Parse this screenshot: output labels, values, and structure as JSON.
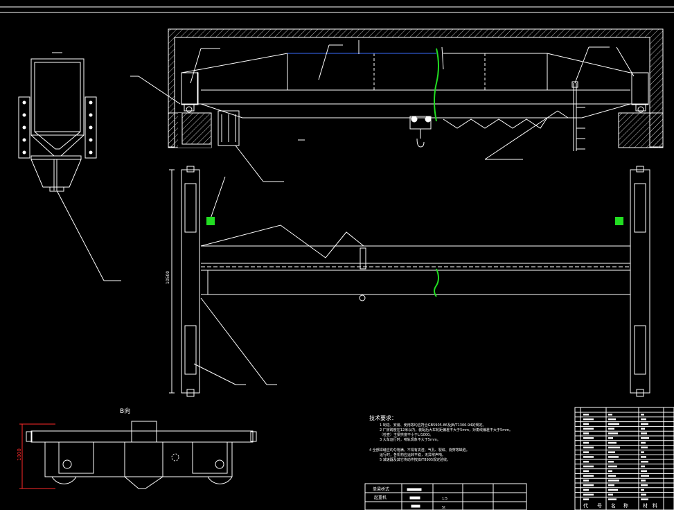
{
  "title_block": {
    "name_line1": "单梁桥式",
    "name_line2": "起重机",
    "scale": "1:5",
    "weight": "5t"
  },
  "view_label": "B向",
  "tech_req": {
    "heading": "技术要求：",
    "lines": [
      "1 制造、安装、使用等均应符合GB5905-86及JB/T1306-94的规定。",
      "2 厂房跨度在12米以内，装配后大车轮距偏差不大于5mm，对角线偏差不大于5mm。",
      "（检查）主梁拱度不小于L/1000。",
      "3 大车运行时，啃轨现象不大于5mm。",
      "4 全部焊缝应均匀饱满，不得有夹渣、气孔、裂纹、烧穿等缺陷。",
      "  运行时，各机构应运转平稳，无异常声响。",
      "5 减速器及其它传动件按JB/T8905规定验收。"
    ]
  },
  "bom_header": [
    "代",
    "号",
    "名",
    "称",
    "材",
    "料"
  ],
  "dimension_label": "10500",
  "end_dim_label": "1000",
  "colors": {
    "line": "#ffffff",
    "hatch": "#b8b8b8",
    "accent_green": "#22dd22",
    "blue_dash": "#3a6bff",
    "red_dim": "#ff2a2a"
  }
}
